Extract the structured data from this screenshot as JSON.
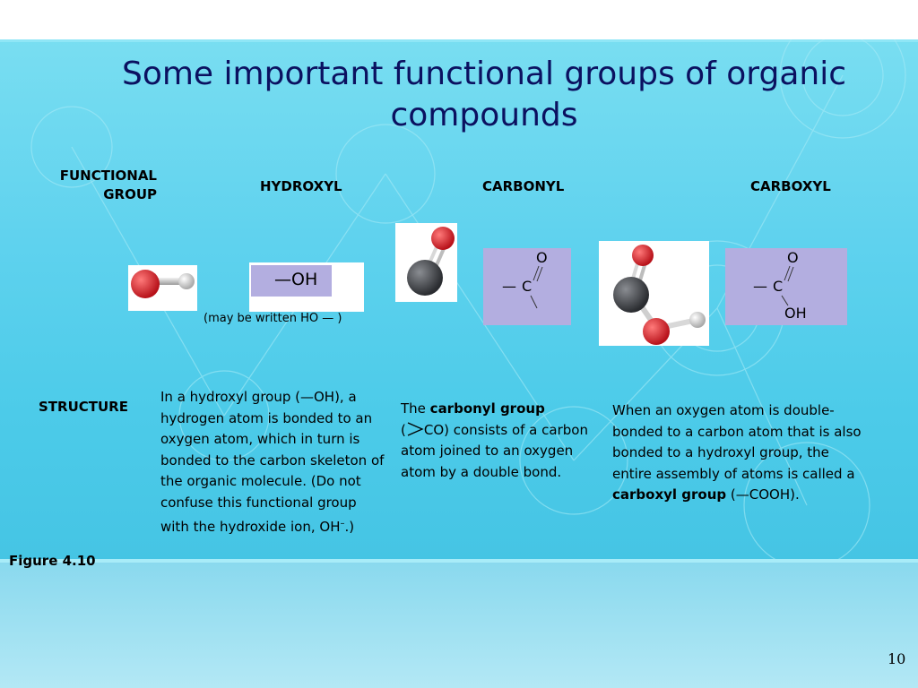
{
  "title": "Some important functional groups of organic compounds",
  "headers": {
    "functional_group_line1": "FUNCTIONAL",
    "functional_group_line2": "GROUP",
    "hydroxyl": "HYDROXYL",
    "carbonyl": "CARBONYL",
    "carboxyl": "CARBOXYL",
    "structure": "STRUCTURE"
  },
  "hydroxyl": {
    "formula": "—OH",
    "note": "(may be written HO — )",
    "description_1": "In a hydroxyl group (—OH), a hydrogen atom is bonded to an oxygen atom, which in turn is bonded to the carbon skeleton of the organic molecule. (Do not confuse this functional group with the hydroxide ion, OH",
    "description_sup": "–",
    "description_2": ".)"
  },
  "carbonyl": {
    "atom_o": "O",
    "atom_c": "C",
    "bond": "—",
    "desc_pre": "The ",
    "desc_bold": "carbonyl group",
    "desc_open": "(",
    "desc_co": "CO) consists of a carbon atom joined to an oxygen atom by a double bond."
  },
  "carboxyl": {
    "atom_o": "O",
    "atom_c": "C",
    "atom_oh": "OH",
    "bond": "—",
    "desc_pre": "When an oxygen atom is double-bonded to a carbon atom that is also bonded to a hydroxyl group, the entire assembly of atoms is called a ",
    "desc_bold": "carboxyl group",
    "desc_post": " (—COOH)."
  },
  "figure_label": "Figure 4.10",
  "page_number": "10",
  "colors": {
    "background": "#5fd2ee",
    "title": "#0b1160",
    "formula_box": "#b3aee0",
    "oxygen": "#d9212a",
    "carbon": "#4a4d52",
    "hydrogen": "#e8e8e8"
  }
}
